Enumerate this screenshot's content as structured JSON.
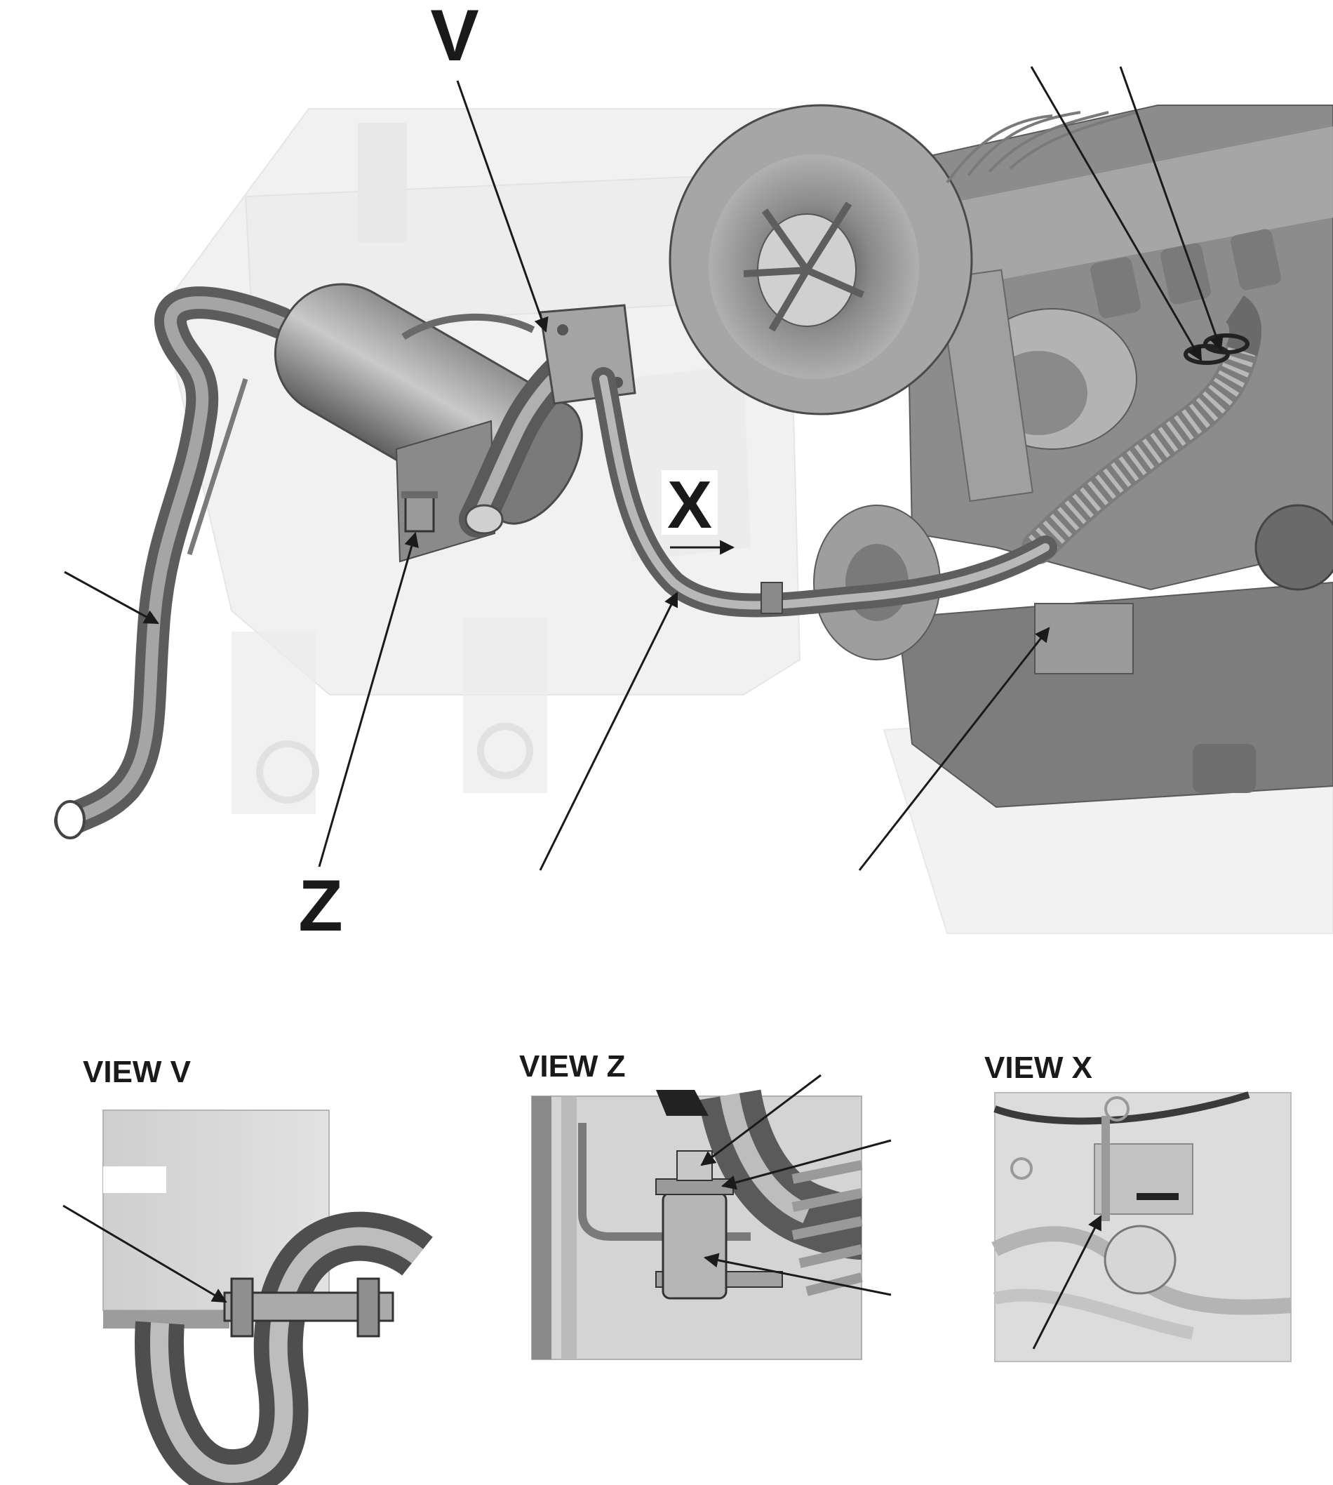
{
  "callouts": {
    "v": "V",
    "x": "X",
    "z": "Z"
  },
  "views": {
    "v_title": "VIEW V",
    "z_title": "VIEW Z",
    "x_title": "VIEW X"
  },
  "colors": {
    "ink": "#1a1a1a",
    "part_dark": "#6e6e6e",
    "part_mid": "#9a9a9a",
    "part_light": "#c8c8c8",
    "ghost": "#e4e4e4"
  }
}
